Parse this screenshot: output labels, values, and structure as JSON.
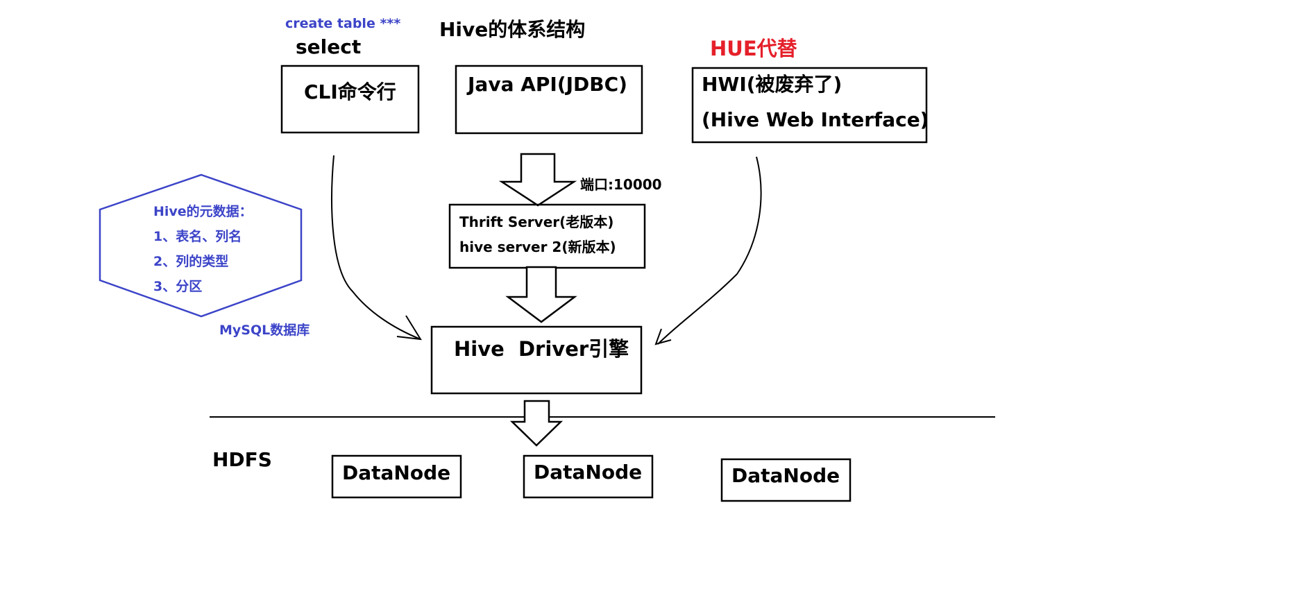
{
  "title": "Hive的体系结构",
  "clients": {
    "cli_note": "create table ***",
    "cli_note_select": "select",
    "cli_label": "CLI命令行",
    "java_api_label": "Java API(JDBC)",
    "hue_note": "HUE代替",
    "hwi_line1": "HWI(被废弃了)",
    "hwi_line2": "(Hive Web Interface)"
  },
  "thrift": {
    "port_note": "端口:10000",
    "line1": "Thrift Server(老版本)",
    "line2": "hive server 2(新版本)"
  },
  "metastore": {
    "title": "Hive的元数据：",
    "items": [
      "1、表名、列名",
      "2、列的类型",
      "3、分区"
    ],
    "db_label": "MySQL数据库"
  },
  "driver": {
    "label": "Hive  Driver引擎"
  },
  "hdfs": {
    "label": "HDFS",
    "nodes": [
      "DataNode",
      "DataNode",
      "DataNode"
    ]
  },
  "colors": {
    "blue_text": "#3c44c8",
    "red_text": "#e5202a",
    "black": "#000000"
  }
}
